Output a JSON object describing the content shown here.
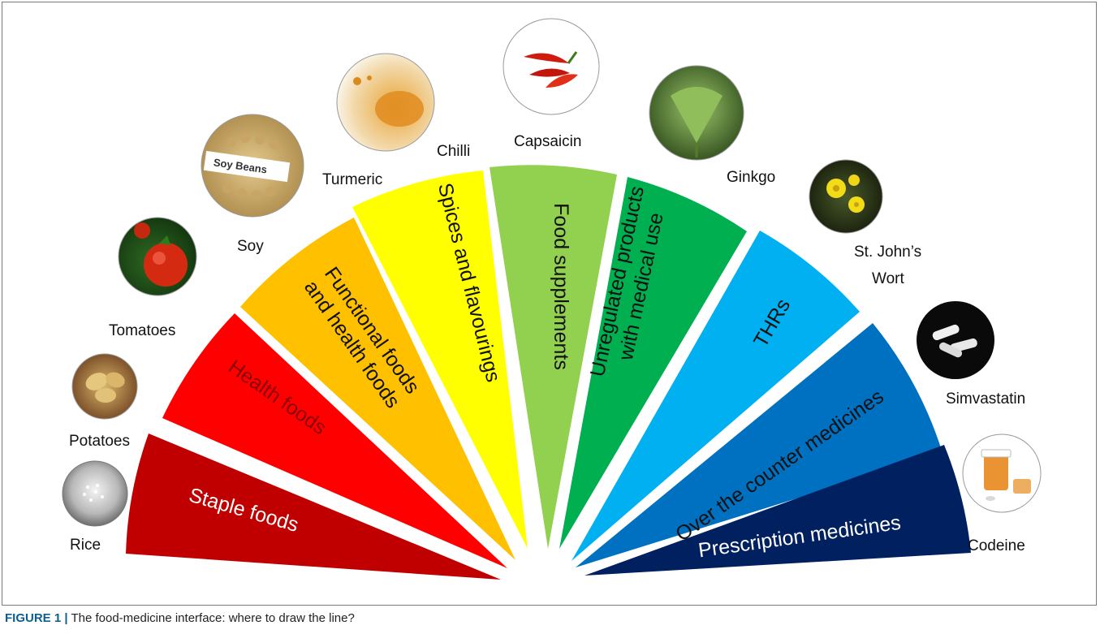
{
  "figure": {
    "caption_lead": "FIGURE 1 |",
    "caption_text": "The food-medicine interface: where to draw the line?"
  },
  "segments": [
    {
      "label": "Staple foods",
      "color": "#c00000",
      "text_color": "#ffffff"
    },
    {
      "label": "Health foods",
      "color": "#ff0000",
      "text_color": "#8b0000"
    },
    {
      "label": "Functional foods",
      "label_line2": "and health foods",
      "color": "#ffc000",
      "text_color": "#111111"
    },
    {
      "label": "Spices and flavourings",
      "color": "#ffff00",
      "text_color": "#111111"
    },
    {
      "label": "Food supplements",
      "color": "#92d050",
      "text_color": "#111111"
    },
    {
      "label": "Unregulated products",
      "label_line2": "with medical use",
      "color": "#00b050",
      "text_color": "#111111"
    },
    {
      "label": "THRs",
      "color": "#00b0f0",
      "text_color": "#111111"
    },
    {
      "label": "Over the counter medicines",
      "color": "#0070c0",
      "text_color": "#111111"
    },
    {
      "label": "Prescription medicines",
      "color": "#002060",
      "text_color": "#ffffff"
    }
  ],
  "examples": [
    {
      "label": "Rice",
      "icon": "rice-photo"
    },
    {
      "label": "Potatoes",
      "icon": "potatoes-photo"
    },
    {
      "label": "Tomatoes",
      "icon": "tomato-photo"
    },
    {
      "label": "Soy",
      "icon": "soy-beans-photo",
      "photo_caption": "Soy Beans"
    },
    {
      "label": "Turmeric",
      "icon": "turmeric-photo"
    },
    {
      "label": "Chilli",
      "icon": "chilli-photo"
    },
    {
      "label": "Capsaicin",
      "icon": "chilli-peppers-photo"
    },
    {
      "label": "Ginkgo",
      "icon": "ginkgo-leaf-photo"
    },
    {
      "label": "St. John’s",
      "label_line2": "Wort",
      "icon": "st-johns-wort-flower-photo"
    },
    {
      "label": "Simvastatin",
      "icon": "tablets-photo"
    },
    {
      "label": "Codeine",
      "icon": "pill-bottle-photo"
    }
  ]
}
